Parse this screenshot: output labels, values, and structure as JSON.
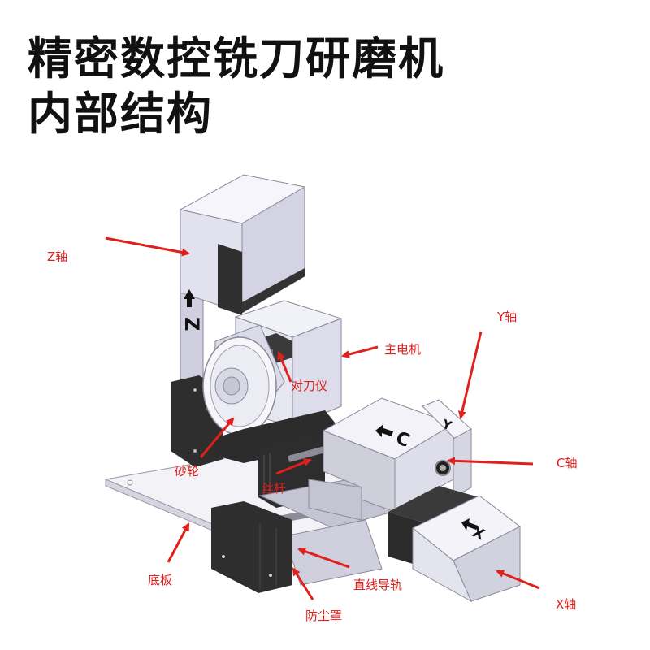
{
  "title": {
    "line1": "精密数控铣刀研磨机",
    "line2": "内部结构"
  },
  "colors": {
    "label_red": "#e0201c",
    "face_light": "#f4f4fb",
    "face_mid": "#dcdcec",
    "face_dark": "#b9b9c9",
    "block_black": "#2b2b2b"
  },
  "labels": {
    "z_axis": "Z轴",
    "y_axis": "Y轴",
    "main_motor": "主电机",
    "tool_setter": "对刀仪",
    "c_axis": "C轴",
    "grinding_wheel": "砂轮",
    "lead_screw": "丝杆",
    "base_plate": "底板",
    "linear_guide": "直线导轨",
    "dust_cover": "防尘罩",
    "x_axis": "X轴"
  },
  "axis_marks": {
    "z": "Z",
    "c": "C",
    "y": "Y",
    "x": "X"
  }
}
